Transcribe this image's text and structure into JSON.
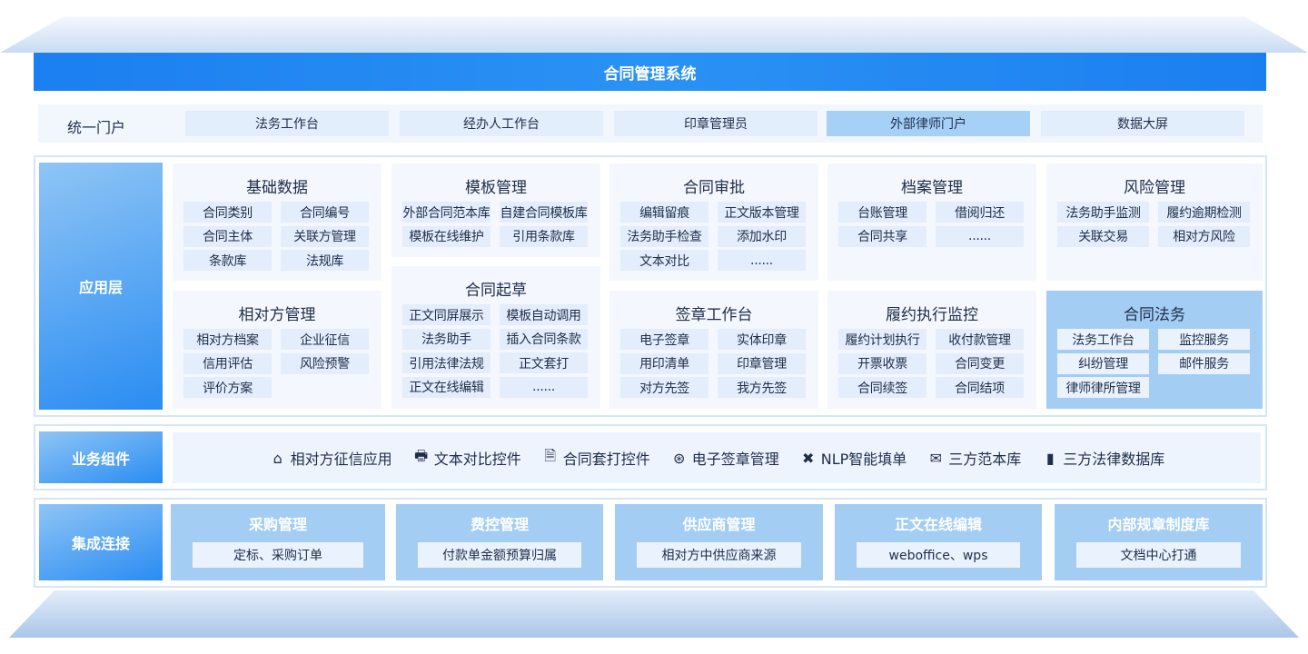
{
  "title": "合同管理系统",
  "portal": {
    "label": "统一门户",
    "items": [
      "法务工作台",
      "经办人工作台",
      "印章管理员",
      "外部律师门户",
      "数据大屏"
    ],
    "highlighted_index": 3
  },
  "app_layer": {
    "label": "应用层",
    "cards": [
      {
        "title": "基础数据",
        "items": [
          "合同类别",
          "合同编号",
          "合同主体",
          "关联方管理",
          "条款库",
          "法规库"
        ]
      },
      {
        "title": "模板管理",
        "items": [
          "外部合同范本库",
          "自建合同模板库",
          "模板在线维护",
          "引用条款库"
        ]
      },
      {
        "title": "合同审批",
        "items": [
          "编辑留痕",
          "正文版本管理",
          "法务助手检查",
          "添加水印",
          "文本对比",
          "......"
        ]
      },
      {
        "title": "档案管理",
        "items": [
          "台账管理",
          "借阅归还",
          "合同共享",
          "......"
        ]
      },
      {
        "title": "风险管理",
        "items": [
          "法务助手监测",
          "履约逾期检测",
          "关联交易",
          "相对方风险"
        ]
      },
      {
        "title": "相对方管理",
        "items": [
          "相对方档案",
          "企业征信",
          "信用评估",
          "风险预警",
          "评价方案"
        ]
      },
      {
        "title": "合同起草",
        "items": [
          "正文同屏展示",
          "模板自动调用",
          "法务助手",
          "插入合同条款",
          "引用法律法规",
          "正文套打",
          "正文在线编辑",
          "......"
        ]
      },
      {
        "title": "签章工作台",
        "items": [
          "电子签章",
          "实体印章",
          "用印清单",
          "印章管理",
          "对方先签",
          "我方先签"
        ]
      },
      {
        "title": "履约执行监控",
        "items": [
          "履约计划执行",
          "收付款管理",
          "开票收票",
          "合同变更",
          "合同续签",
          "合同结项"
        ]
      },
      {
        "title": "合同法务",
        "items": [
          "法务工作台",
          "监控服务",
          "纠纷管理",
          "邮件服务",
          "律师律所管理"
        ]
      }
    ]
  },
  "components": {
    "label": "业务组件",
    "items": [
      {
        "label": "相对方征信应用",
        "icon": "home-icon"
      },
      {
        "label": "文本对比控件",
        "icon": "printer-icon"
      },
      {
        "label": "合同套打控件",
        "icon": "document-search-icon"
      },
      {
        "label": "电子签章管理",
        "icon": "stamp-icon"
      },
      {
        "label": "NLP智能填单",
        "icon": "tools-icon"
      },
      {
        "label": "三方范本库",
        "icon": "mail-check-icon"
      },
      {
        "label": "三方法律数据库",
        "icon": "folder-icon"
      }
    ]
  },
  "integration": {
    "label": "集成连接",
    "items": [
      {
        "title": "采购管理",
        "detail": "定标、采购订单"
      },
      {
        "title": "费控管理",
        "detail": "付款单金额预算归属"
      },
      {
        "title": "供应商管理",
        "detail": "相对方中供应商来源"
      },
      {
        "title": "正文在线编辑",
        "detail": "weboffice、wps"
      },
      {
        "title": "内部规章制度库",
        "detail": "文档中心打通"
      }
    ]
  },
  "colors": {
    "primary": "#1b7ff0",
    "highlight": "#a3cdf3",
    "item_bg": "#e3edfb"
  }
}
